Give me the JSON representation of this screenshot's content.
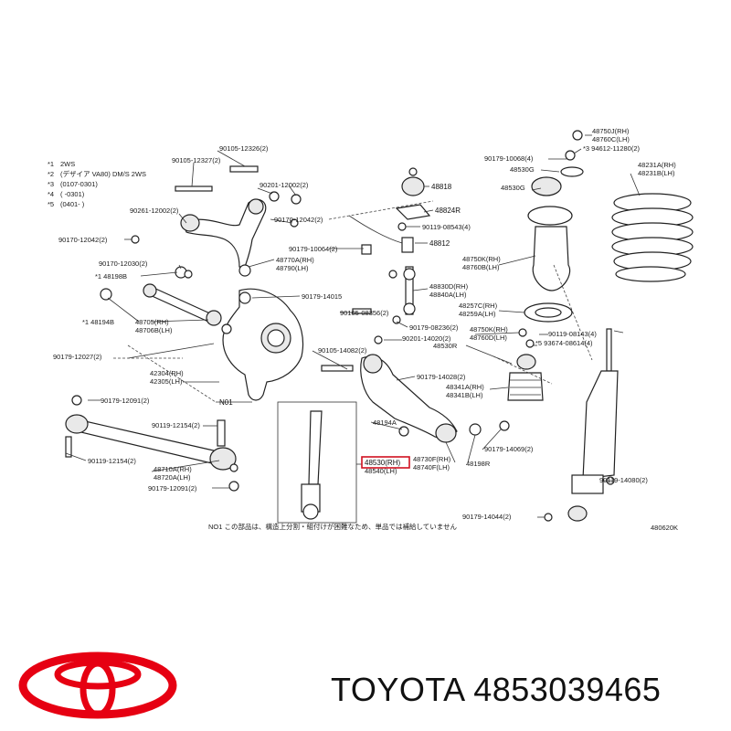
{
  "legend": [
    {
      "mark": "*1",
      "text": "2WS"
    },
    {
      "mark": "*2",
      "text": "(デザイア VA80) DM/S 2WS"
    },
    {
      "mark": "*3",
      "text": "(0107-0301)"
    },
    {
      "mark": "*4",
      "text": "(   -0301)"
    },
    {
      "mark": "*5",
      "text": "(0401-   )"
    }
  ],
  "labels": {
    "l01": "90105-12326(2)",
    "l02": "90105-12327(2)",
    "l03": "90201-12002(2)",
    "l04": "90261-12002(2)",
    "l05": "90170-12042(2)",
    "l06": "90170-12042(2)",
    "l07": "90170-12030(2)",
    "l08": "48770A(RH)",
    "l09": "48790(LH)",
    "l10": "90179-10064(2)",
    "l11": "48812",
    "l12": "48818",
    "l13": "48824R",
    "l14": "90119-08543(4)",
    "l15": "*1 48198B",
    "l16": "48705(RH)",
    "l17": "48706B(LH)",
    "l18": "*1 48194B",
    "l19": "90179-14015",
    "l20": "48830D(RH)",
    "l21": "48840A(LH)",
    "l22": "90105-08356(2)",
    "l23": "90179-08236(2)",
    "l24": "90179-12027(2)",
    "l25": "42304(RH)",
    "l26": "42305(LH)",
    "l27": "90105-14082(2)",
    "l28": "90201-14020(2)",
    "l29": "90179-14028(2)",
    "l30": "N01",
    "l31": "90179-12091(2)",
    "l32": "90119-12154(2)",
    "l33": "48194A",
    "l34": "90119-12154(2)",
    "l35": "48710A(RH)",
    "l36": "48720A(LH)",
    "l37": "90179-12091(2)",
    "l38": "48530(RH)",
    "l39": "48540(LH)",
    "l40": "48730F(RH)",
    "l41": "48740F(LH)",
    "l42": "48198R",
    "l43": "90179-14069(2)",
    "l44": "48750J(RH)",
    "l45": "48760C(LH)",
    "l46": "*3 94612-11280(2)",
    "l47": "90179-10068(4)",
    "l48": "48530G",
    "l49": "48530G",
    "l50": "48231A(RH)",
    "l51": "48231B(LH)",
    "l52": "48750K(RH)",
    "l53": "48760B(LH)",
    "l54": "48257C(RH)",
    "l55": "48259A(LH)",
    "l56": "48750K(RH)",
    "l57": "48760D(LH)",
    "l58": "48530R",
    "l59": "90119-08143(4)",
    "l60": "*5 93674-08614(4)",
    "l61": "48341A(RH)",
    "l62": "48341B(LH)",
    "l63": "90119-14080(2)",
    "l64": "90179-14044(2)",
    "l65": "480620K"
  },
  "note": "NO1  この部品は、構造上分割・組付けが困難なため、単品では補給していません",
  "brand": {
    "name": "TOYOTA",
    "part_number": "4853039465",
    "logo_color": "#e60012"
  }
}
